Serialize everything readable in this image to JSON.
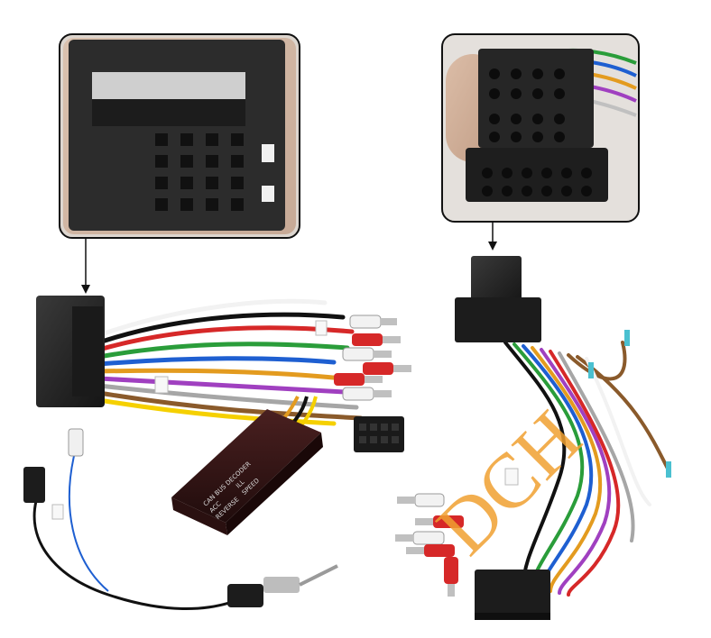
{
  "image": {
    "subjects": [
      "left-inset-connector-closeup",
      "right-inset-connector-closeup",
      "left-wiring-harness",
      "canbus-decoder-box",
      "antenna-adapter-cable",
      "right-wiring-harness"
    ]
  },
  "decoder": {
    "line1": "CAN BUS DECODER",
    "line2": "ACC",
    "line3": "ILL",
    "line4": "REVERSE",
    "line5": "SPEED"
  },
  "watermark": {
    "text": "DCH",
    "color": "#f0a030"
  },
  "colors": {
    "background": "#ffffff",
    "connector": "#2a2a2a",
    "rca_red": "#d62828",
    "rca_white": "#f2f2f2",
    "watermark": "#f0a030"
  }
}
